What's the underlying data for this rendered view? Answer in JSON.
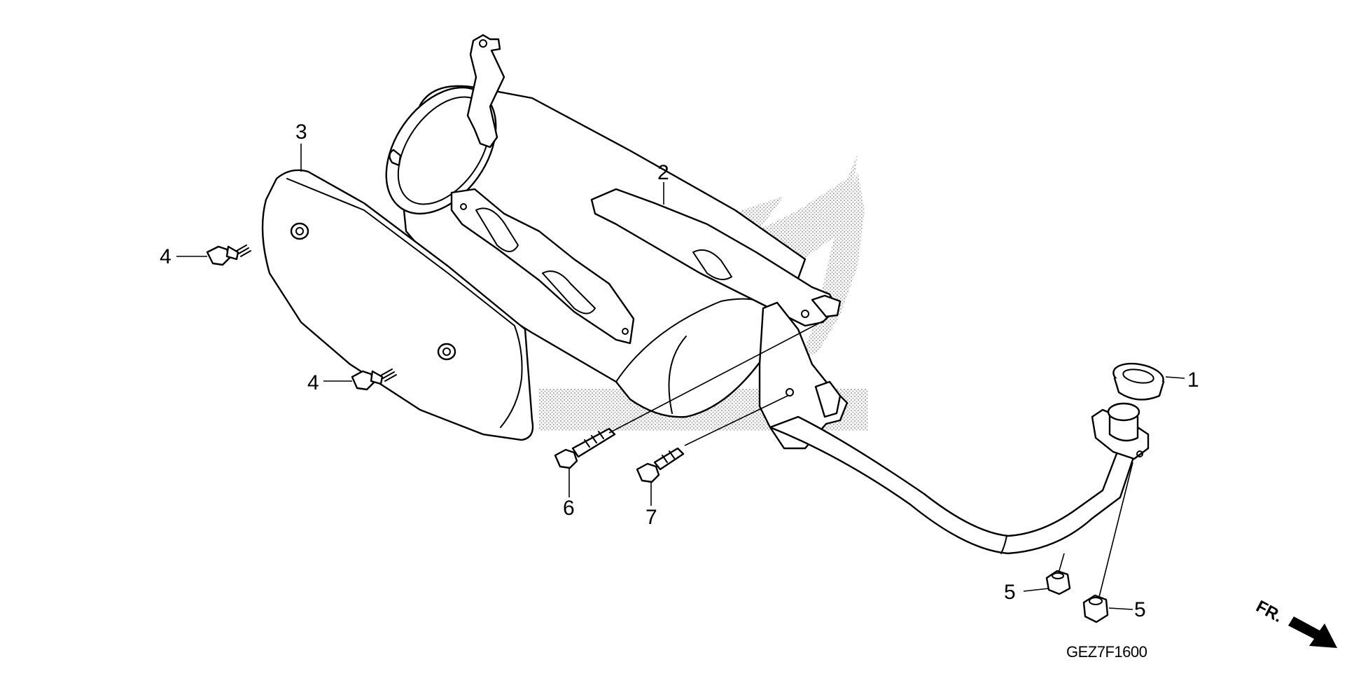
{
  "diagram_code": "GEZ7F1600",
  "direction_label": "FR.",
  "callouts": [
    {
      "id": "c1",
      "label": "1"
    },
    {
      "id": "c2",
      "label": "2"
    },
    {
      "id": "c3",
      "label": "3"
    },
    {
      "id": "c4a",
      "label": "4"
    },
    {
      "id": "c4b",
      "label": "4"
    },
    {
      "id": "c5a",
      "label": "5"
    },
    {
      "id": "c5b",
      "label": "5"
    },
    {
      "id": "c6",
      "label": "6"
    },
    {
      "id": "c7",
      "label": "7"
    }
  ],
  "colors": {
    "ink": "#000000",
    "watermark": "#bdbdbd",
    "paper": "#ffffff"
  },
  "icons": {
    "watermark": "wing-logo-watermark-icon",
    "direction": "front-arrow-icon"
  }
}
